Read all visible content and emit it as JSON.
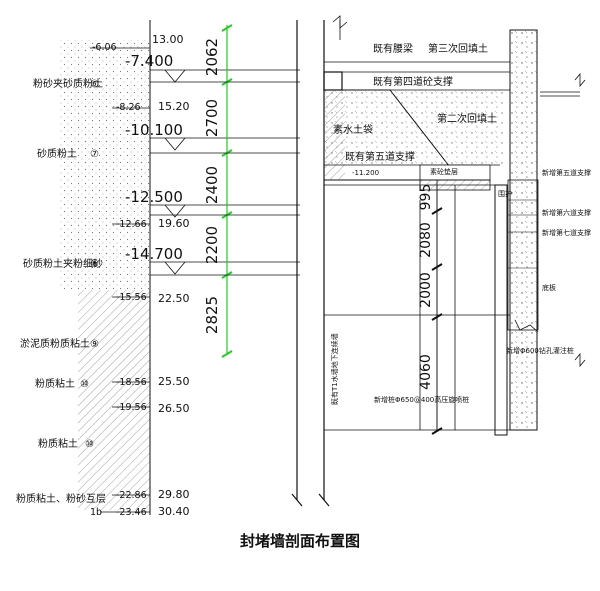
{
  "caption": "封堵墙剖面布置图",
  "soil_layers": [
    {
      "name": "粉砂夹砂质粉土",
      "mark": "⑥"
    },
    {
      "name": "砂质粉土",
      "mark": "⑦"
    },
    {
      "name": "砂质粉土夹粉细砂",
      "mark": "⑧"
    },
    {
      "name": "淤泥质粉质粘土",
      "mark": "⑨"
    },
    {
      "name": "粉质粘土",
      "mark": "⑩"
    },
    {
      "name": "粉质粘土",
      "mark": "⑩"
    },
    {
      "name": "粉质粘土、粉砂互层",
      "mark": ""
    }
  ],
  "layer_elevations": [
    "-6.06",
    "-8.26",
    "-12.66",
    "-15.56",
    "-18.56",
    "-19.56",
    "-22.86",
    "-23.46"
  ],
  "layer_depths": [
    "13.00",
    "15.20",
    "19.60",
    "22.50",
    "25.50",
    "26.50",
    "29.80",
    "30.40"
  ],
  "layer_code_bottom": "1b",
  "level_marks": [
    "-7.400",
    "-10.100",
    "-12.500",
    "-14.700"
  ],
  "green_dims": [
    "2062",
    "2700",
    "2400",
    "2200",
    "2825"
  ],
  "right_dims": [
    "995",
    "2080",
    "2000",
    "4060"
  ],
  "right_labels": {
    "fill3": "第三次回填土",
    "fill2": "第二次回填土",
    "beam": "既有腰梁",
    "brace4": "既有第四道砼支撑",
    "brace5": "既有第五道支撑",
    "plain_soil": "素水土袋",
    "elev_11200": "-11.200",
    "cushion": "素砼垫层",
    "pile_note": "新增桩Φ650@400高压旋喷桩",
    "pile2": "新增Φ600钻孔灌注桩",
    "diaphragm": "既有T1水墙地下连续墙",
    "vert_label": "围护",
    "n1": "新增第五道支撑",
    "n2": "新增第六道支撑",
    "n3": "新增第七道支撑",
    "n4": "底板"
  },
  "colors": {
    "green": "#22cc22",
    "line": "#111111",
    "hatch": "#555555"
  }
}
